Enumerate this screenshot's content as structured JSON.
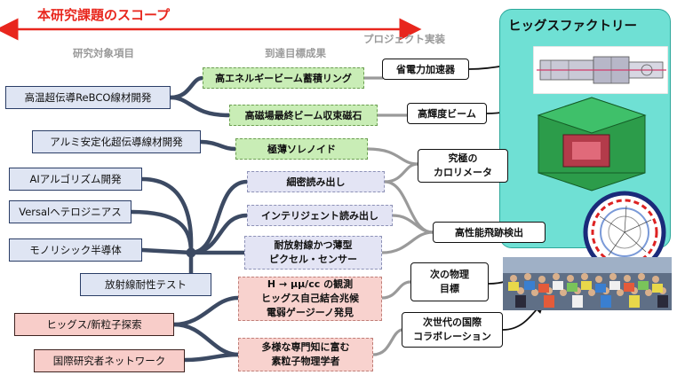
{
  "scope": {
    "title": "本研究課題のスコープ",
    "color": "#e8261d"
  },
  "columns": {
    "research": "研究対象項目",
    "goals": "到達目標成果",
    "project": "プロジェクト実装"
  },
  "factory_title": "ヒッグスファクトリー",
  "research_items": [
    "高温超伝導ReBCO線材開発",
    "アルミ安定化超伝導線材開発",
    "AIアルゴリズム開発",
    "Versalヘテロジニアス",
    "モノリシック半導体",
    "放射線耐性テスト",
    "ヒッグス/新粒子探索",
    "国際研究者ネットワーク"
  ],
  "goals": [
    "高エネルギービーム蓄積リング",
    "高磁場最終ビーム収束磁石",
    "極薄ソレノイド",
    "細密読み出し",
    "インテリジェント読み出し",
    [
      "耐放射線かつ薄型",
      "ピクセル・センサー"
    ],
    [
      "H → μμ/cc の観測",
      "ヒッグス自己結合兆候",
      "電弱ゲージーノ発見"
    ],
    [
      "多様な専門知に富む",
      "素粒子物理学者"
    ]
  ],
  "implementations": [
    "省電力加速器",
    "高輝度ビーム",
    [
      "究極の",
      "カロリメータ"
    ],
    "高性能飛跡検出",
    [
      "次の物理",
      "目標"
    ],
    [
      "次世代の国際",
      "コラボレーション"
    ]
  ],
  "colors": {
    "research_blue": "#dfe5f3",
    "goal_green": "#c9edb6",
    "goal_lavender": "#e3e4f4",
    "pink": "#f8cdc9",
    "panel": "#6fe0d4",
    "connector": "#3c4a63"
  }
}
